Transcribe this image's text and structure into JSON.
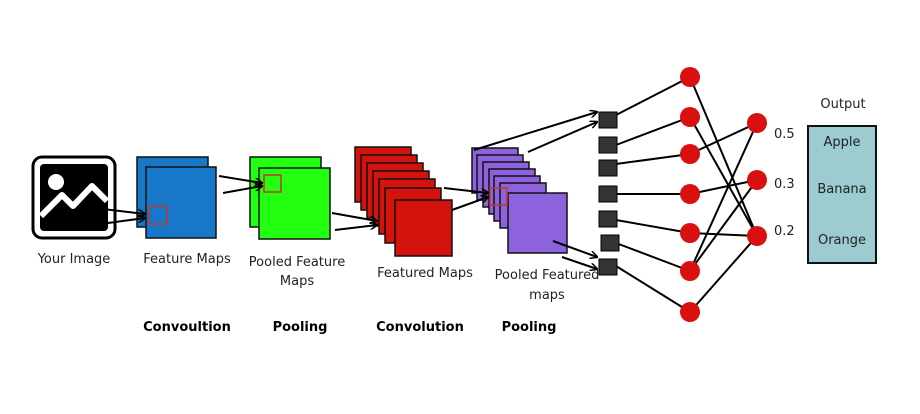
{
  "labels": {
    "image": "Your Image",
    "feature_maps": "Feature Maps",
    "pooled_feature_maps_1": "Pooled Feature",
    "pooled_feature_maps_2": "Maps",
    "featured_maps": "Featured Maps",
    "pooled_featured_maps_1": "Pooled Featured",
    "pooled_featured_maps_2": "maps"
  },
  "stages": {
    "convolution_1": "Convoultion",
    "pooling_1": "Pooling",
    "convolution_2": "Convolution",
    "pooling_2": "Pooling"
  },
  "output": {
    "title": "Output",
    "classes": [
      "Apple",
      "Banana",
      "Orange"
    ],
    "probabilities": [
      "0.5",
      "0.3",
      "0.2"
    ]
  },
  "colors": {
    "conv1_blue": "#1778c9",
    "pool1_green": "#22ff11",
    "conv2_red": "#d3130c",
    "pool2_purple": "#8c62dd",
    "neuron_red": "#d81010",
    "output_box": "#9ccbd0",
    "flatten_node": "#333333"
  },
  "icons": {
    "input_image": "image-icon"
  }
}
